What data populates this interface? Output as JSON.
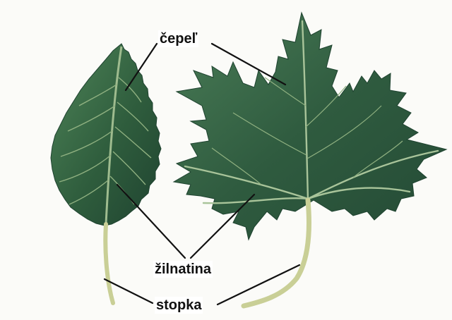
{
  "labels": {
    "blade": "čepeľ",
    "veins": "žilnatina",
    "petiole": "stopka"
  },
  "colors": {
    "leaf_dark": "#2f5a3c",
    "leaf_mid": "#3f7350",
    "leaf_light": "#5f8f68",
    "vein": "#a9c49a",
    "stem": "#c9cf96",
    "leader_line": "#111111"
  },
  "icons": {
    "left_leaf": "ovate-serrated-leaf",
    "right_leaf": "maple-leaf"
  }
}
